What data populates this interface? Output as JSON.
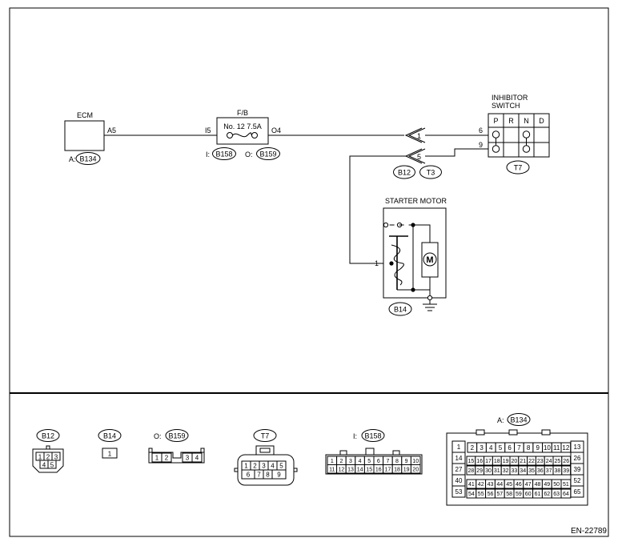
{
  "components": {
    "ecm": {
      "label": "ECM",
      "pin": "A5",
      "connector_prefix": "A:",
      "connector": "B134"
    },
    "fuse_box": {
      "label": "F/B",
      "fuse": "No. 12  7.5A",
      "pin_in": "I5",
      "pin_out": "O4",
      "conn_in_prefix": "I:",
      "conn_in": "B158",
      "conn_out_prefix": "O:",
      "conn_out": "B159"
    },
    "inhibitor_switch": {
      "label_line1": "INHIBITOR",
      "label_line2": "SWITCH",
      "positions": [
        "P",
        "R",
        "N",
        "D"
      ],
      "pin_top": "6",
      "pin_bottom": "9",
      "connector": "T7"
    },
    "joint": {
      "pin_top": "1",
      "pin_bottom": "5",
      "connector_left": "B12",
      "connector_right": "T3"
    },
    "starter_motor": {
      "label": "STARTER MOTOR",
      "pin": "1",
      "motor_symbol": "M",
      "connector": "B14"
    }
  },
  "connectors": {
    "b12": {
      "title": "B12",
      "pins": [
        "1",
        "2",
        "3",
        "4",
        "5"
      ]
    },
    "b14": {
      "title": "B14",
      "pins": [
        "1"
      ]
    },
    "b159": {
      "prefix": "O:",
      "title": "B159",
      "pins": [
        "1",
        "2",
        "3",
        "4"
      ]
    },
    "t7": {
      "title": "T7",
      "pins": [
        "1",
        "2",
        "3",
        "4",
        "5",
        "6",
        "7",
        "8",
        "9"
      ]
    },
    "b158": {
      "prefix": "I:",
      "title": "B158",
      "pins": [
        "1",
        "2",
        "3",
        "4",
        "5",
        "6",
        "7",
        "8",
        "9",
        "10",
        "11",
        "12",
        "13",
        "14",
        "15",
        "16",
        "17",
        "18",
        "19",
        "20"
      ]
    },
    "b134": {
      "prefix": "A:",
      "title": "B134",
      "pins": [
        "1",
        "2",
        "3",
        "4",
        "5",
        "6",
        "7",
        "8",
        "9",
        "10",
        "11",
        "12",
        "13",
        "14",
        "15",
        "16",
        "17",
        "18",
        "19",
        "20",
        "21",
        "22",
        "23",
        "24",
        "25",
        "26",
        "27",
        "28",
        "29",
        "30",
        "31",
        "32",
        "33",
        "34",
        "35",
        "36",
        "37",
        "38",
        "39",
        "40",
        "41",
        "42",
        "43",
        "44",
        "45",
        "46",
        "47",
        "48",
        "49",
        "50",
        "51",
        "52",
        "53",
        "54",
        "55",
        "56",
        "57",
        "58",
        "59",
        "60",
        "61",
        "62",
        "63",
        "64",
        "65"
      ]
    }
  },
  "footer_code": "EN-22789"
}
